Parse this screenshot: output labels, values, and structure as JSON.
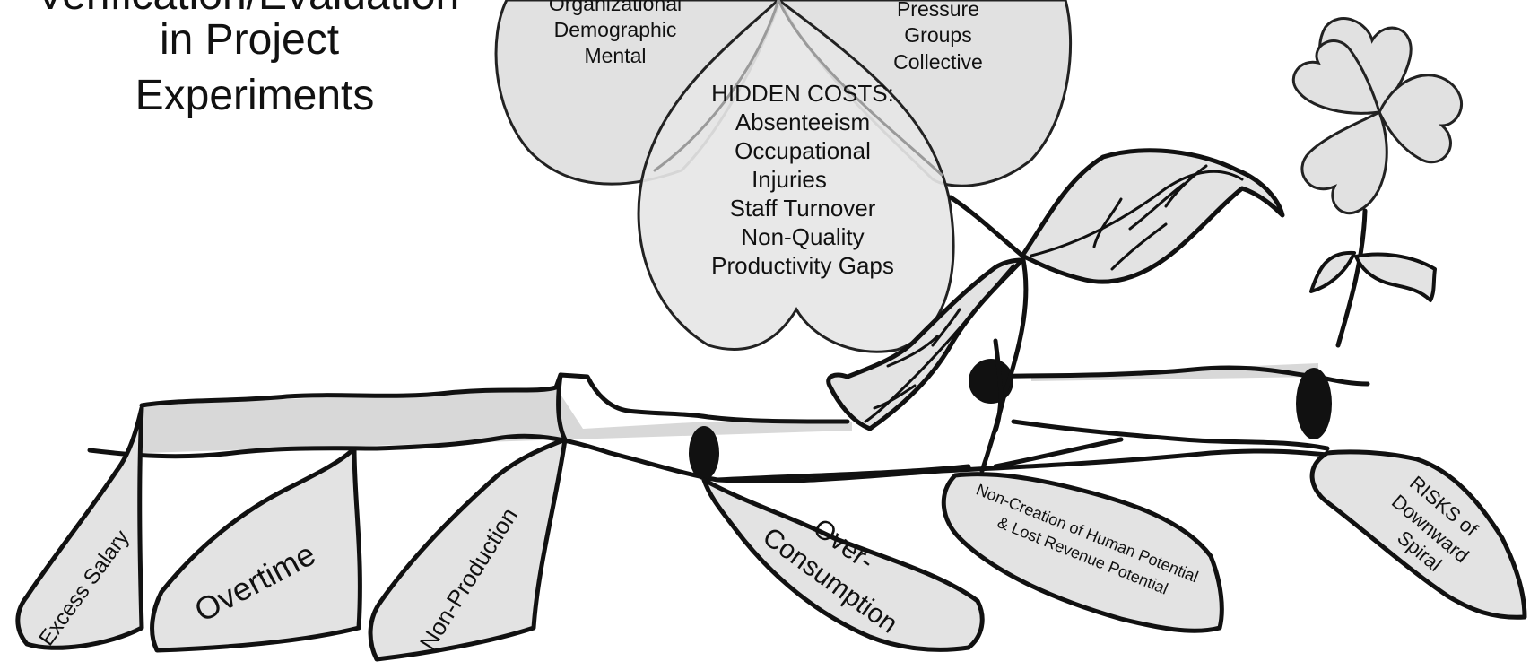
{
  "title": {
    "line1": "Verification/Evaluation",
    "line2": "in Project",
    "line3": "Experiments"
  },
  "flower": {
    "left_petal": [
      "Organizational",
      "Demographic",
      "Mental"
    ],
    "right_petal": [
      "Pressure",
      "Groups",
      "Collective"
    ],
    "center_petal": {
      "heading": "HIDDEN COSTS:",
      "items": [
        "Absenteeism",
        "Occupational",
        "Injuries",
        "Staff Turnover",
        "Non-Quality",
        "Productivity Gaps"
      ]
    }
  },
  "leaves": {
    "excess_salary": "Excess Salary",
    "overtime": "Overtime",
    "non_production": "Non-Production",
    "over_consumption_1": "Over-",
    "over_consumption_2": "Consumption",
    "non_creation_1": "Non-Creation of Human Potential",
    "non_creation_2": "& Lost Revenue Potential",
    "risks_1": "RISKS of",
    "risks_2": "Downward",
    "risks_3": "Spiral"
  },
  "colors": {
    "fill": "#e3e3e3",
    "stroke": "#111111"
  }
}
